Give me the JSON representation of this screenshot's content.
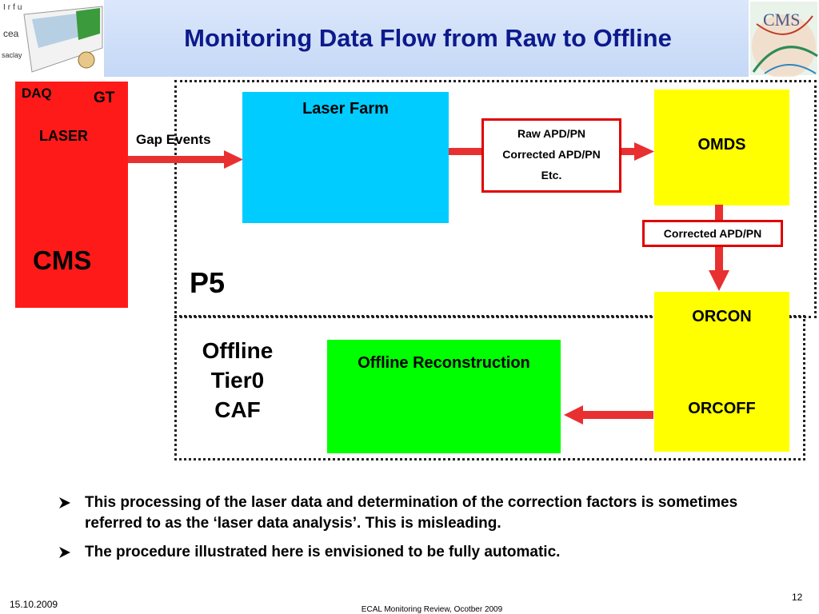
{
  "header": {
    "title": "Monitoring Data Flow from Raw to Offline",
    "logo_left_text": "Irfu cea saclay",
    "logo_right_text": "CMS"
  },
  "diagram": {
    "cms_box": {
      "daq": "DAQ",
      "gt": "GT",
      "laser": "LASER",
      "cms": "CMS"
    },
    "gap_events": "Gap Events",
    "laser_farm": "Laser Farm",
    "raw_box": {
      "line1": "Raw APD/PN",
      "line2": "Corrected APD/PN",
      "line3": "Etc."
    },
    "omds": "OMDS",
    "corrected_label": "Corrected APD/PN",
    "p5": "P5",
    "orcon": "ORCON",
    "orcoff": "ORCOFF",
    "offline_reco": "Offline Reconstruction",
    "offline_label": {
      "line1": "Offline",
      "line2": "Tier0",
      "line3": "CAF"
    }
  },
  "bullets": [
    "This processing of the laser data and determination of the correction factors is sometimes referred to as the ‘laser data analysis’. This is misleading.",
    "The procedure illustrated here is envisioned to be fully automatic."
  ],
  "footer": {
    "date": "15.10.2009",
    "center": "ECAL Monitoring Review, Ocotber 2009",
    "page_number": "12"
  },
  "colors": {
    "title": "#0d1a8c",
    "cms_red": "#ff1a1a",
    "laser_farm_cyan": "#00ccff",
    "db_yellow": "#ffff00",
    "offline_green": "#00ff00",
    "arrow_red": "#e83030"
  }
}
